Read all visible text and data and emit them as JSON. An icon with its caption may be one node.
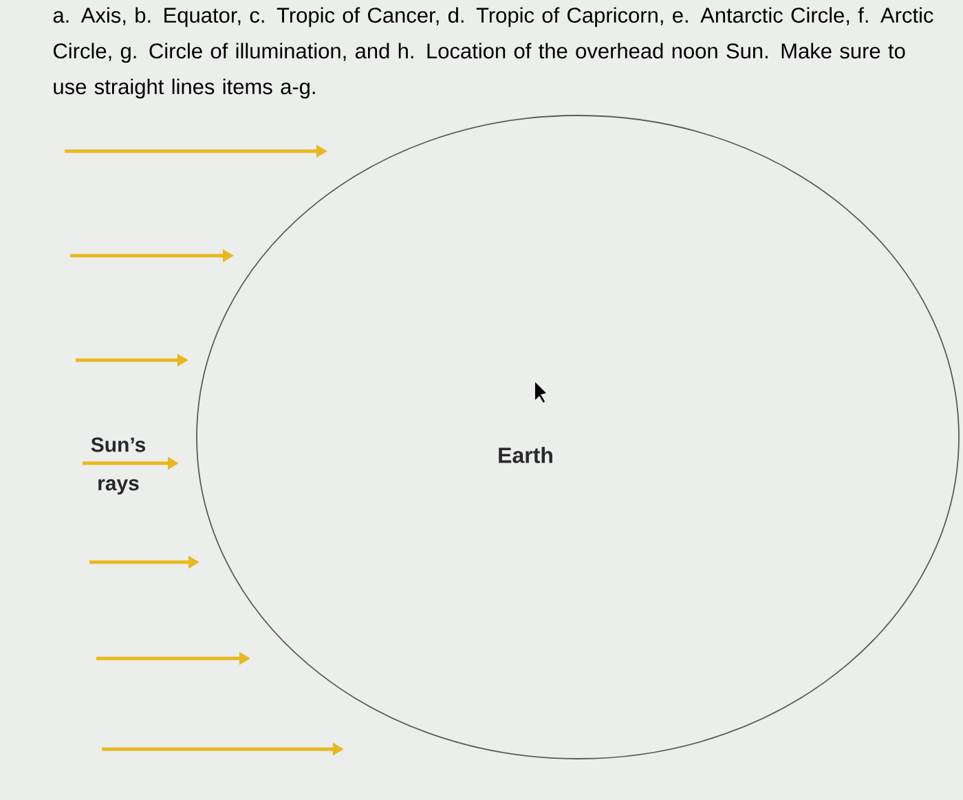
{
  "diagram": {
    "title": "a. Axis, b. Equator, c. Tropic of Cancer, d. Tropic of Capricorn, e. Antarctic Circle, f. Arctic Circle, g. Circle of illumination, and h. Location of the overhead noon Sun.  Make sure to use straight lines items a-g.",
    "nodes": [
      {
        "text": [
          "Earth"
        ]
      }
    ],
    "labels": [
      "Sun’s rays"
    ]
  }
}
